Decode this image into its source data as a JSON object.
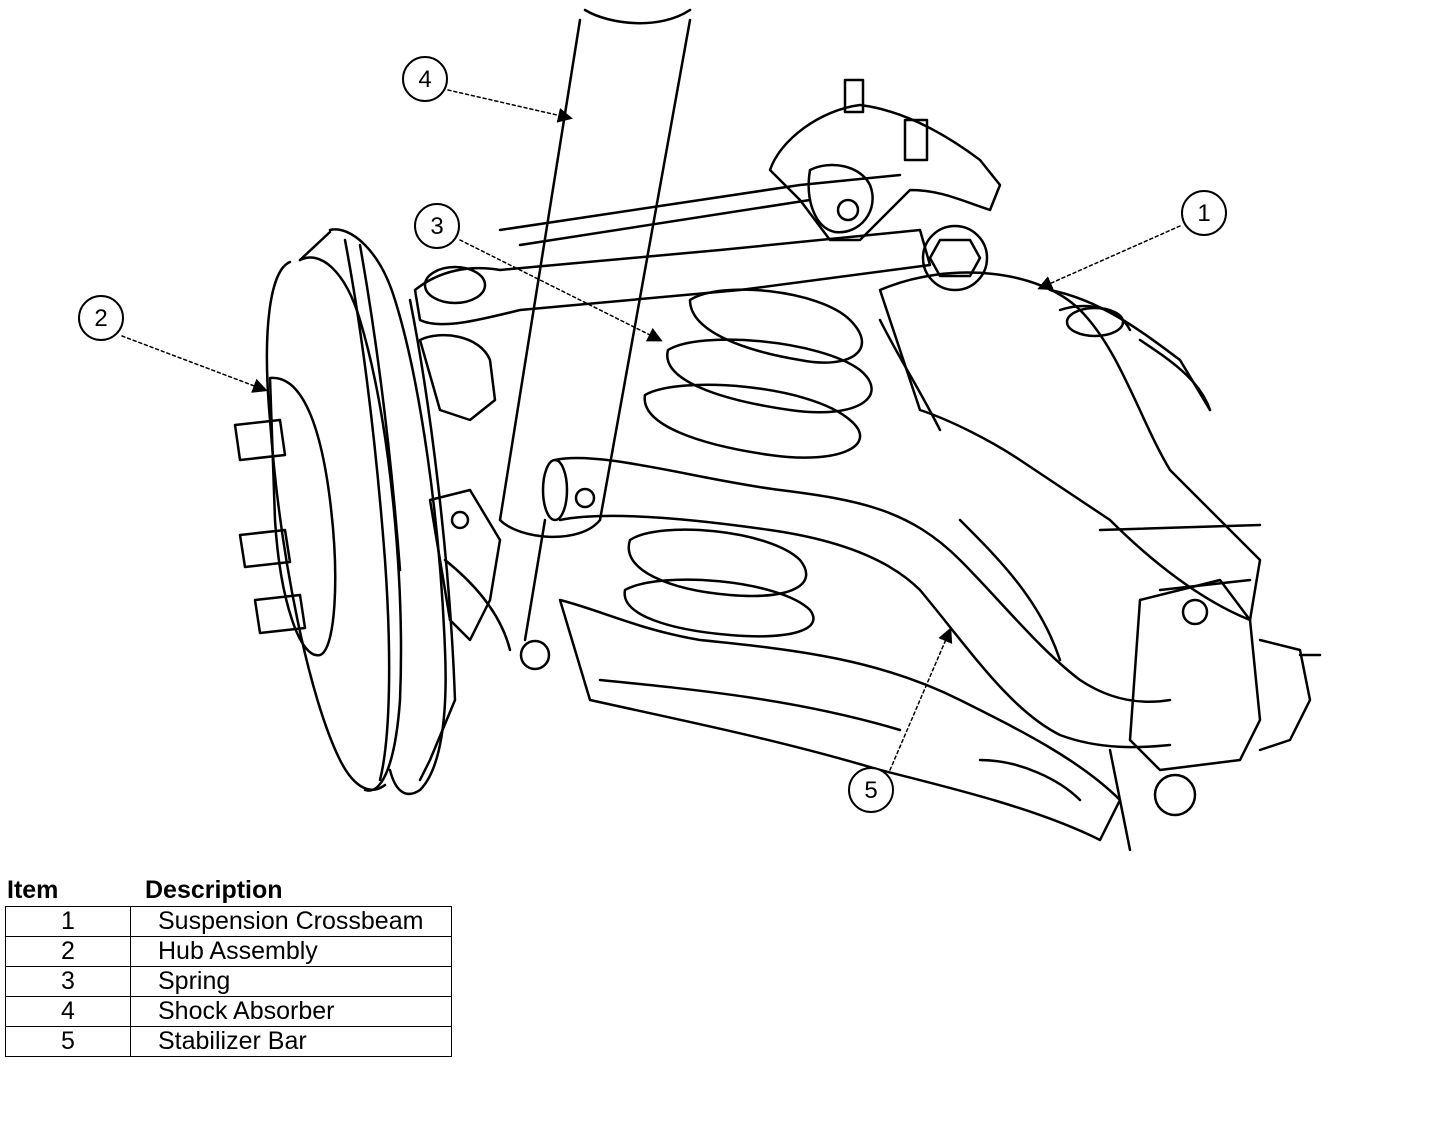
{
  "callouts": [
    "1",
    "2",
    "3",
    "4",
    "5"
  ],
  "legend": {
    "headers": {
      "item": "Item",
      "description": "Description"
    },
    "rows": [
      {
        "item": "1",
        "description": "Suspension Crossbeam"
      },
      {
        "item": "2",
        "description": "Hub Assembly"
      },
      {
        "item": "3",
        "description": "Spring"
      },
      {
        "item": "4",
        "description": "Shock Absorber"
      },
      {
        "item": "5",
        "description": "Stabilizer Bar"
      }
    ]
  }
}
